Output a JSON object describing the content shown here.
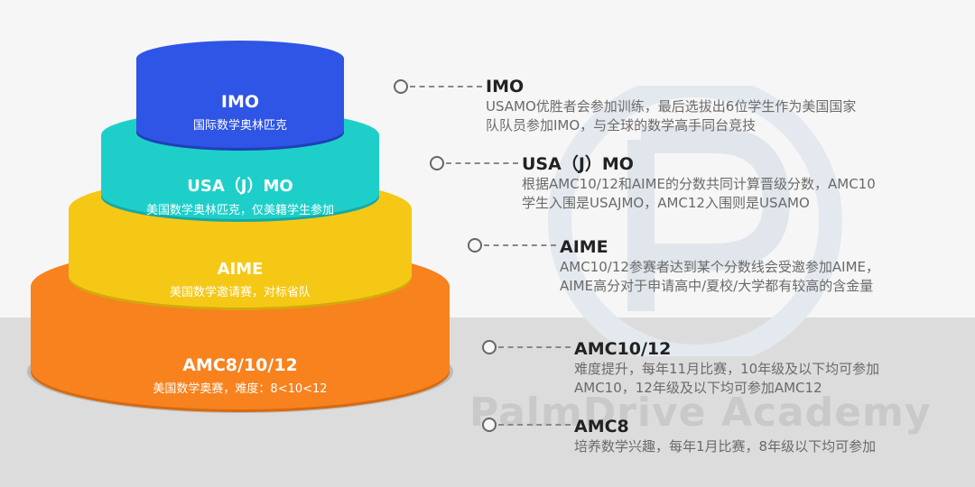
{
  "tiers": [
    {
      "title": "IMO",
      "subtitle": "国际数学奥林匹克",
      "color": "#2f55e6",
      "side": "#203fb8"
    },
    {
      "title": "USA（J）MO",
      "subtitle": "美国数学奥林匹克，仅美籍学生参加",
      "color": "#1ecfc9",
      "side": "#16aaa5"
    },
    {
      "title": "AIME",
      "subtitle": "美国数学邀请赛，对标省队",
      "color": "#f5c815",
      "side": "#d4a80c"
    },
    {
      "title": "AMC8/10/12",
      "subtitle": "美国数学奥赛，难度：8<10<12",
      "color": "#f7821e",
      "side": "#d66a10"
    }
  ],
  "descriptions": [
    {
      "title": "IMO",
      "lines": [
        "USAMO优胜者会参加训练，最后选拔出6位学生作为美国国家",
        "队队员参加IMO，与全球的数学高手同台竞技"
      ]
    },
    {
      "title": "USA（J）MO",
      "lines": [
        "根据AMC10/12和AIME的分数共同计算晋级分数，AMC10",
        "学生入围是USAJMO，AMC12入围则是USAMO"
      ]
    },
    {
      "title": "AIME",
      "lines": [
        "AMC10/12参赛者达到某个分数线会受邀参加AIME，",
        "AIME高分对于申请高中/夏校/大学都有较高的含金量"
      ]
    },
    {
      "title": "AMC10/12",
      "lines": [
        "难度提升，每年11月比赛，10年级及以下均可参加",
        "AMC10，12年级及以下均可参加AMC12"
      ]
    },
    {
      "title": "AMC8",
      "lines": [
        "培养数学兴趣，每年1月比赛，8年级以下均可参加"
      ]
    }
  ],
  "watermark": "PalmDrive Academy"
}
